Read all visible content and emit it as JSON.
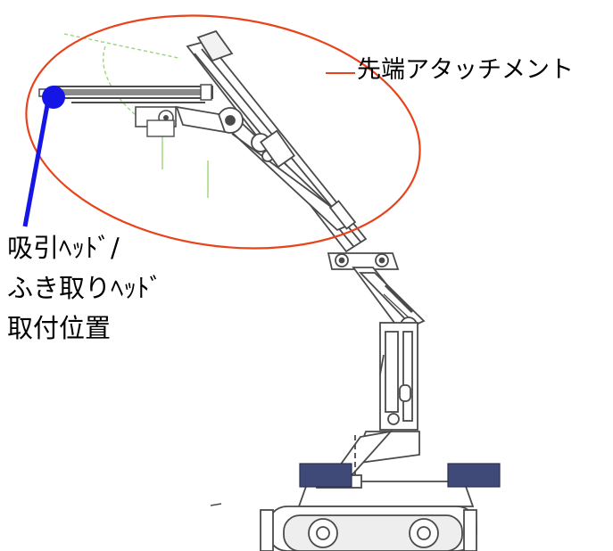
{
  "labels": {
    "attachment": "先端アタッチメント",
    "head_position": [
      "吸引ﾍｯﾄﾞ/",
      "ふき取りﾍｯﾄﾞ",
      "取付位置"
    ]
  },
  "colors": {
    "ellipse": "#e8431a",
    "pointer": "#1515e6",
    "arm_stroke": "#4a4a4a",
    "guide_green": "#9ad47a",
    "sensor_box": "#3f4a78",
    "background": "#ffffff"
  }
}
